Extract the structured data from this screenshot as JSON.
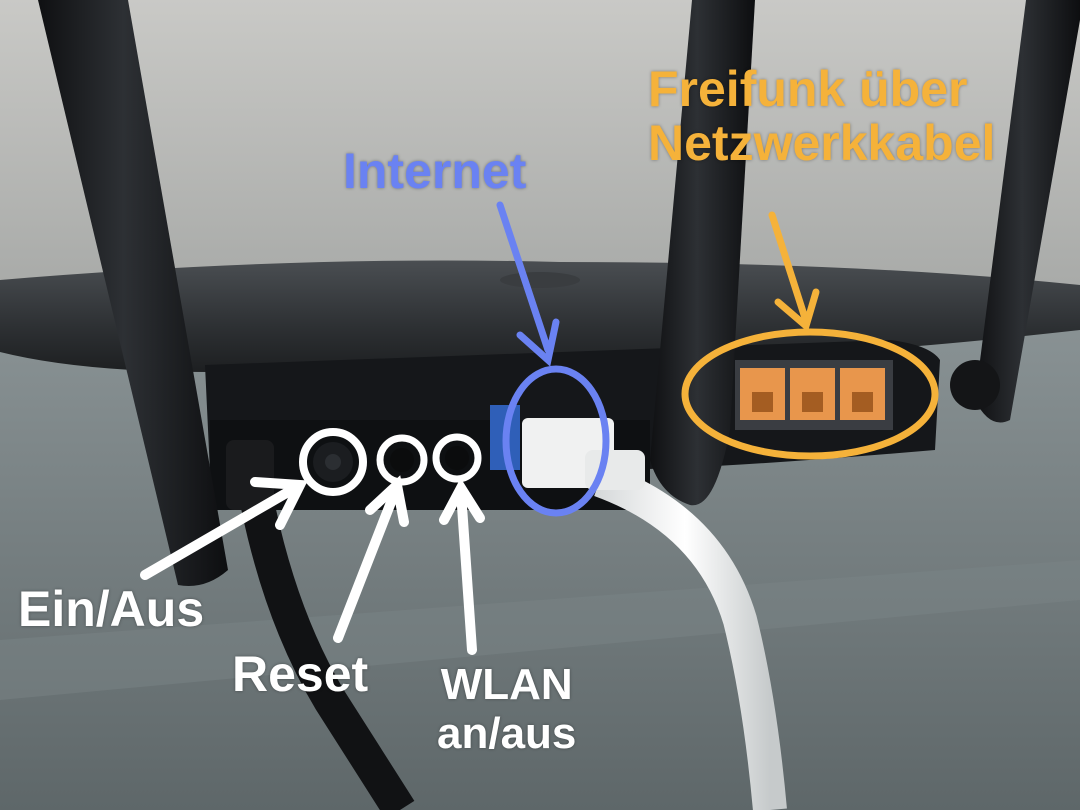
{
  "annotations": {
    "internet": {
      "label": "Internet",
      "color": "#6a82f2"
    },
    "freifunk": {
      "line1": "Freifunk über",
      "line2": "Netzwerkkabel",
      "color": "#f5b23a"
    },
    "power": {
      "label": "Ein/Aus",
      "color": "#ffffff"
    },
    "reset": {
      "label": "Reset",
      "color": "#ffffff"
    },
    "wlan": {
      "line1": "WLAN",
      "line2": "an/aus",
      "color": "#ffffff"
    }
  },
  "scene": {
    "subject": "router-rear-panel",
    "ports": [
      "power-button",
      "reset-button",
      "wlan-button",
      "wan-port",
      "lan-port-2",
      "lan-port-3",
      "lan-port-4"
    ]
  }
}
